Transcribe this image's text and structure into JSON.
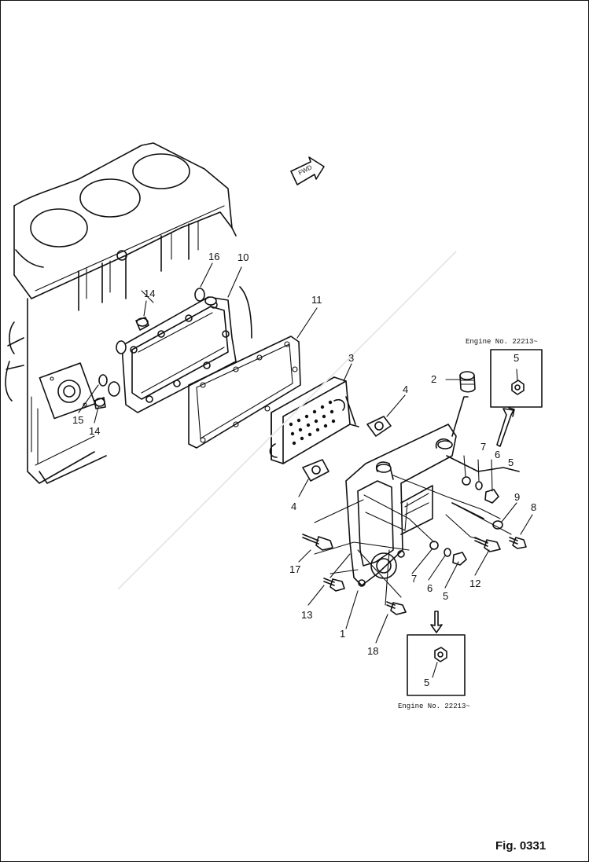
{
  "figure": {
    "label": "Fig. 0331",
    "direction_marker": "FWD"
  },
  "engine_notes": [
    "Engine No. 22213~",
    "Engine No. 22213~"
  ],
  "callouts": [
    {
      "id": "c1",
      "text": "1"
    },
    {
      "id": "c2",
      "text": "2"
    },
    {
      "id": "c3",
      "text": "3"
    },
    {
      "id": "c4a",
      "text": "4"
    },
    {
      "id": "c4b",
      "text": "4"
    },
    {
      "id": "c5a",
      "text": "5"
    },
    {
      "id": "c5b",
      "text": "5"
    },
    {
      "id": "c5c",
      "text": "5"
    },
    {
      "id": "c5d",
      "text": "5"
    },
    {
      "id": "c6a",
      "text": "6"
    },
    {
      "id": "c6b",
      "text": "6"
    },
    {
      "id": "c7a",
      "text": "7"
    },
    {
      "id": "c7b",
      "text": "7"
    },
    {
      "id": "c8",
      "text": "8"
    },
    {
      "id": "c9",
      "text": "9"
    },
    {
      "id": "c10",
      "text": "10"
    },
    {
      "id": "c11",
      "text": "11"
    },
    {
      "id": "c12",
      "text": "12"
    },
    {
      "id": "c13",
      "text": "13"
    },
    {
      "id": "c14a",
      "text": "14"
    },
    {
      "id": "c14b",
      "text": "14"
    },
    {
      "id": "c15",
      "text": "15"
    },
    {
      "id": "c16",
      "text": "16"
    },
    {
      "id": "c17",
      "text": "17"
    },
    {
      "id": "c18",
      "text": "18"
    }
  ]
}
